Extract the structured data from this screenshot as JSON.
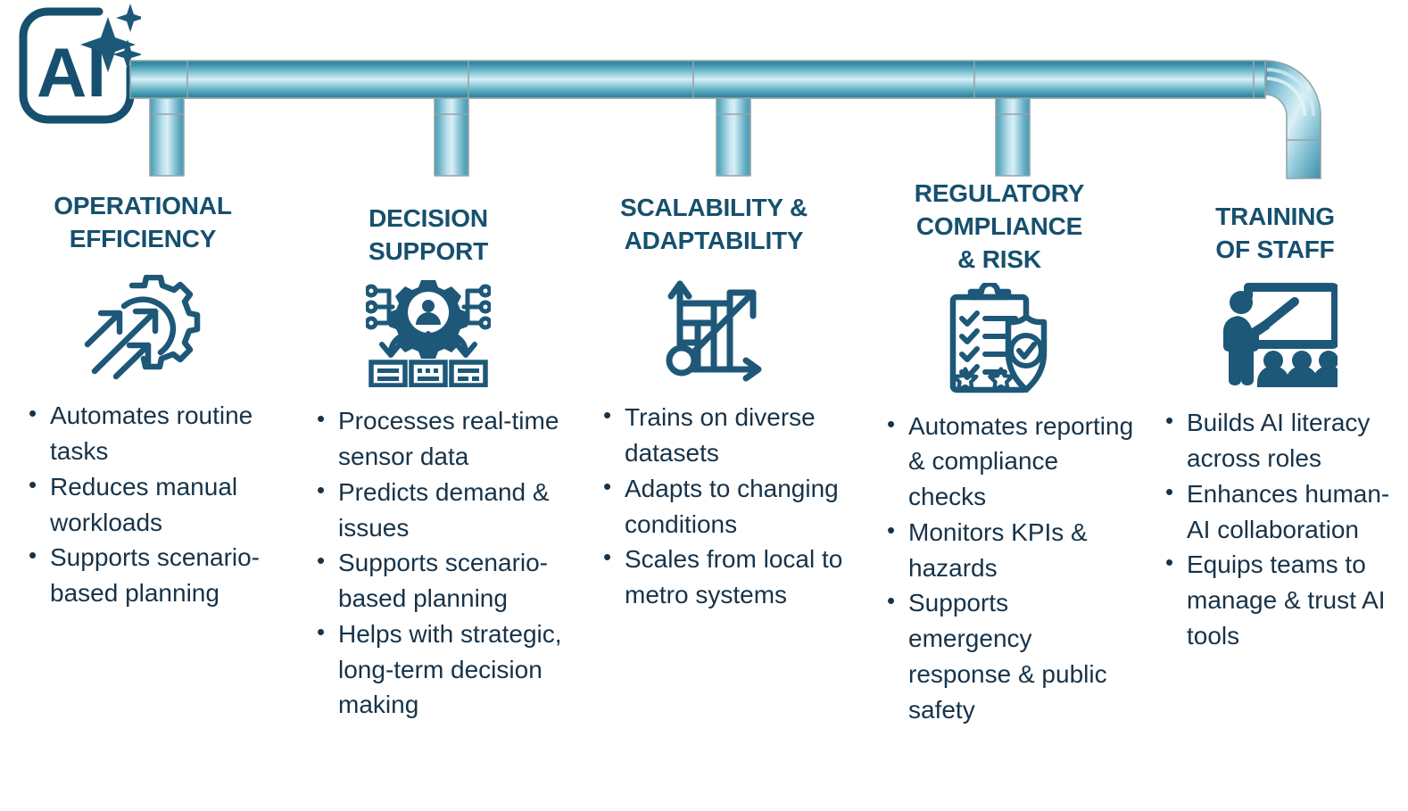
{
  "logo": {
    "text": "AI",
    "icon": "ai-sparkle-badge-icon",
    "sparkles": 3,
    "color": "#16506e"
  },
  "pipeline": {
    "icon": "industrial-pipe-icon",
    "orientation": "horizontal-with-drops",
    "drop_count": 5,
    "colors": {
      "pipe_dark": "#2d7e98",
      "pipe_mid": "#5aa9bf",
      "pipe_light": "#d3ecf3",
      "pipe_edge": "#8b9a9e"
    }
  },
  "theme": {
    "title_color": "#16506e",
    "body_color": "#173349",
    "icon_color": "#16506e",
    "background": "#ffffff"
  },
  "columns": [
    {
      "title": "OPERATIONAL\nEFFICIENCY",
      "title_line1": "OPERATIONAL",
      "title_line2": "EFFICIENCY",
      "icon": "gear-growth-arrows-icon",
      "bullets": [
        "Automates routine tasks",
        "Reduces manual workloads",
        "Supports scenario-based planning"
      ]
    },
    {
      "title": "DECISION\nSUPPORT",
      "title_line1": "DECISION",
      "title_line2": "SUPPORT",
      "icon": "ai-gear-decision-flow-icon",
      "bullets": [
        "Processes real-time sensor data",
        "Predicts demand & issues",
        "Supports scenario-based planning",
        "Helps with strategic, long-term decision making"
      ]
    },
    {
      "title": "SCALABILITY &\nADAPTABILITY",
      "title_line1": "SCALABILITY &",
      "title_line2": "ADAPTABILITY",
      "icon": "scaling-growth-chart-icon",
      "bullets": [
        "Trains on diverse datasets",
        "Adapts to changing conditions",
        "Scales from local to metro systems"
      ]
    },
    {
      "title": "REGULATORY\nCOMPLIANCE\n& RISK",
      "title_line1": "REGULATORY",
      "title_line2": "COMPLIANCE",
      "title_line3": "& RISK",
      "icon": "clipboard-checklist-shield-icon",
      "bullets": [
        "Automates reporting & compliance checks",
        "Monitors KPIs & hazards",
        "Supports emergency response & public safety"
      ]
    },
    {
      "title": "TRAINING\nOF STAFF",
      "title_line1": "TRAINING",
      "title_line2": "OF STAFF",
      "icon": "trainer-whiteboard-audience-icon",
      "bullets": [
        "Builds AI literacy across roles",
        "Enhances human-AI collaboration",
        "Equips teams to manage & trust AI tools"
      ]
    }
  ]
}
